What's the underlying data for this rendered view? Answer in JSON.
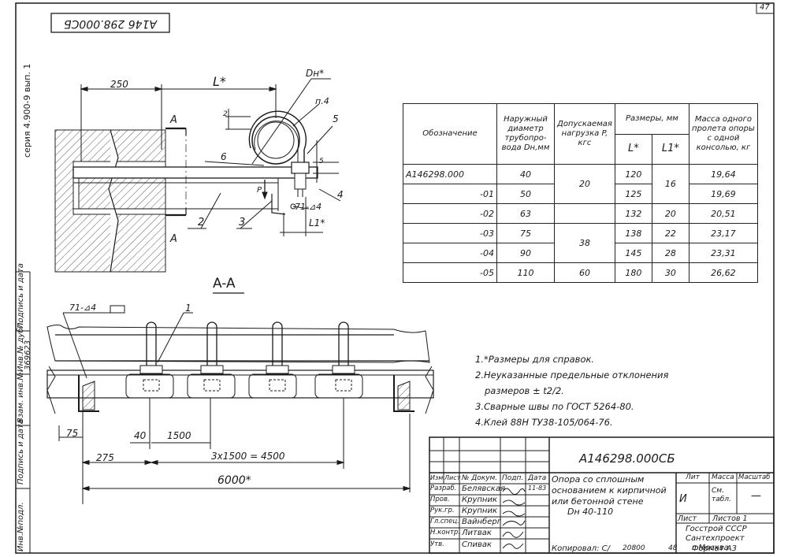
{
  "sheet": {
    "page_number": "47",
    "drawing_code_rotated": "А146 298.000СБ",
    "series": "серия 4.900-9 вып. 1"
  },
  "drawing": {
    "dim_250": "250",
    "dim_l": "L*",
    "dim_dn": "Dн*",
    "dim_p4": "п.4",
    "dim_2": "2",
    "dim_5v": "5",
    "dim_l1": "L1*",
    "weld": "71-⊿4",
    "section_a": "A",
    "section_title": "A-A",
    "callouts": [
      "2",
      "3",
      "4",
      "5",
      "6",
      "1"
    ],
    "load_p": "P",
    "weld_section": "71-⊿4",
    "dim_75": "75",
    "dim_40": "40",
    "dim_1500": "1500",
    "dim_275": "275",
    "dim_4500": "3x1500 = 4500",
    "dim_6000": "6000*"
  },
  "table": {
    "headers": {
      "designation": "Обозначение",
      "diameter": "Наружный диаметр трубопро- вода Dн,мм",
      "load": "Допускаемая нагрузка P, кгс",
      "sizes": "Размеры, мм",
      "l": "L*",
      "l1": "L1*",
      "mass": "Масса одного пролета опоры с одной консолью, кг"
    },
    "rows": [
      {
        "designation": "А146298.000",
        "diameter": "40",
        "load": "",
        "l": "120",
        "l1": "",
        "mass": "19,64"
      },
      {
        "designation": "-01",
        "diameter": "50",
        "load": "20",
        "l": "125",
        "l1": "16",
        "mass": "19,69"
      },
      {
        "designation": "-02",
        "diameter": "63",
        "load": "",
        "l": "132",
        "l1": "20",
        "mass": "20,51"
      },
      {
        "designation": "-03",
        "diameter": "75",
        "load": "",
        "l": "138",
        "l1": "22",
        "mass": "23,17"
      },
      {
        "designation": "-04",
        "diameter": "90",
        "load": "38",
        "l": "145",
        "l1": "28",
        "mass": "23,31"
      },
      {
        "designation": "-05",
        "diameter": "110",
        "load": "60",
        "l": "180",
        "l1": "30",
        "mass": "26,62"
      }
    ]
  },
  "notes": [
    "1.*Размеры для справок.",
    "2.Неуказанные предельные отклонения",
    "размеров ± t2/2.",
    "3.Сварные швы по ГОСТ 5264-80.",
    "4.Клей 88Н ТУ38-105/064-76."
  ],
  "title_block": {
    "code": "А146298.000СБ",
    "name_line1": "Опора со сплошным",
    "name_line2": "основанием к кирпичной",
    "name_line3": "или бетонной стене",
    "name_line4": "Dн 40-110",
    "col_headers": [
      "Изм",
      "Лист",
      "№ Докум.",
      "Подп.",
      "Дата"
    ],
    "roles": [
      "Разраб.",
      "Пров.",
      "Рук.гр.",
      "Гл.спец.",
      "Н.контр.",
      "Утв."
    ],
    "names": [
      "Белявская",
      "Крупник",
      "Крупник",
      "Вайнберг",
      "Литвак",
      "Спивак"
    ],
    "date": "11-83",
    "lit": "Лит",
    "mass": "Масса",
    "scale": "Масштаб",
    "mass_value": "См. табл.",
    "lit_value": "И",
    "scale_value": "—",
    "sheet": "Лист",
    "sheets": "Листов 1",
    "org1": "Госстрой СССР",
    "org2": "Сантехпроект",
    "org3": "г.Москва",
    "copied": "Копировал: С/",
    "copied_num": "20800",
    "copied_48": "48",
    "format": "Формат А3"
  },
  "side_stamps": [
    "Инв.№подл.",
    "Подпись и дата",
    "Взам. инв.№",
    "Инв.№ дубл.",
    "Подпись и дата"
  ],
  "side_stamp_values": [
    "",
    "",
    "",
    "369623",
    ""
  ]
}
